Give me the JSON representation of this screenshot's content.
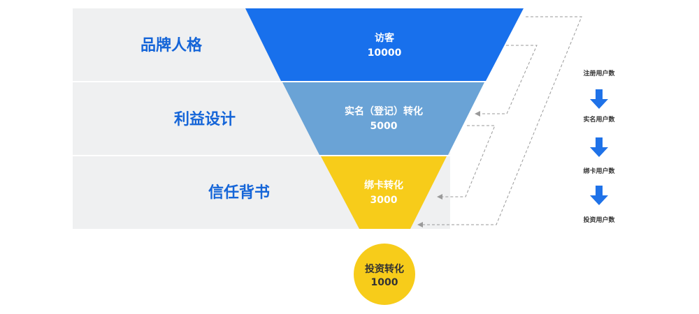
{
  "colors": {
    "row_bg": "#eff0f1",
    "row_label": "#1565d8",
    "stage_1": "#1870ec",
    "stage_2": "#6aa3d6",
    "stage_3": "#f7cc1a",
    "stage_4": "#f7cc1a",
    "arrow": "#1f72e8",
    "dashed": "#9a9a9a"
  },
  "rows": [
    {
      "label": "品牌人格"
    },
    {
      "label": "利益设计"
    },
    {
      "label": "信任背书"
    }
  ],
  "stages": [
    {
      "name": "访客",
      "value": "10000"
    },
    {
      "name": "实名（登记）转化",
      "value": "5000"
    },
    {
      "name": "绑卡转化",
      "value": "3000"
    },
    {
      "name": "投资转化",
      "value": "1000"
    }
  ],
  "side_labels": [
    {
      "text": "注册用户数"
    },
    {
      "text": "实名用户数"
    },
    {
      "text": "绑卡用户数"
    },
    {
      "text": "投资用户数"
    }
  ]
}
